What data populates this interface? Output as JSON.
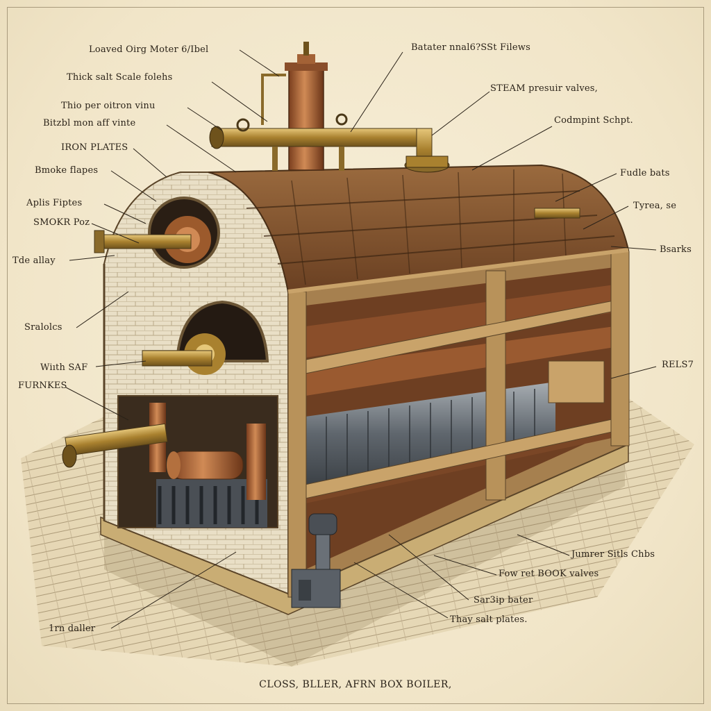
{
  "caption": "CLOSS, BLLER, AFRN BOX BOILER,",
  "labels": {
    "l1": "Loaved Oirg Moter 6/Ibel",
    "l2": "Thick salt Scale folehs",
    "l3": "Thio per oitron vinu",
    "l4": "Bitzbl mon aff vinte",
    "l5": "IRON PLATES",
    "l6": "Bmoke flapes",
    "l7": "Aplis Fiptes",
    "l8": "SMOKR Poz",
    "l9": "Tde allay",
    "l10": "Sralolcs",
    "l11": "Wiıth SAF",
    "l12": "FURNKES",
    "l13": "1rn daller",
    "r1": "Batater nnal6?SSt Filews",
    "r2": "STEAM presuir valves,",
    "r3": "Codmpint Schpt.",
    "r4": "Fudle bats",
    "r5": "Tyrea, se",
    "r6": "Bsarks",
    "r7": "RELS7",
    "r8": "Jumrer Sitls Chbs",
    "r9": "Fow ret BOOK valves",
    "r10": "Sar3ip bater",
    "r11": "Thay salt plates."
  }
}
